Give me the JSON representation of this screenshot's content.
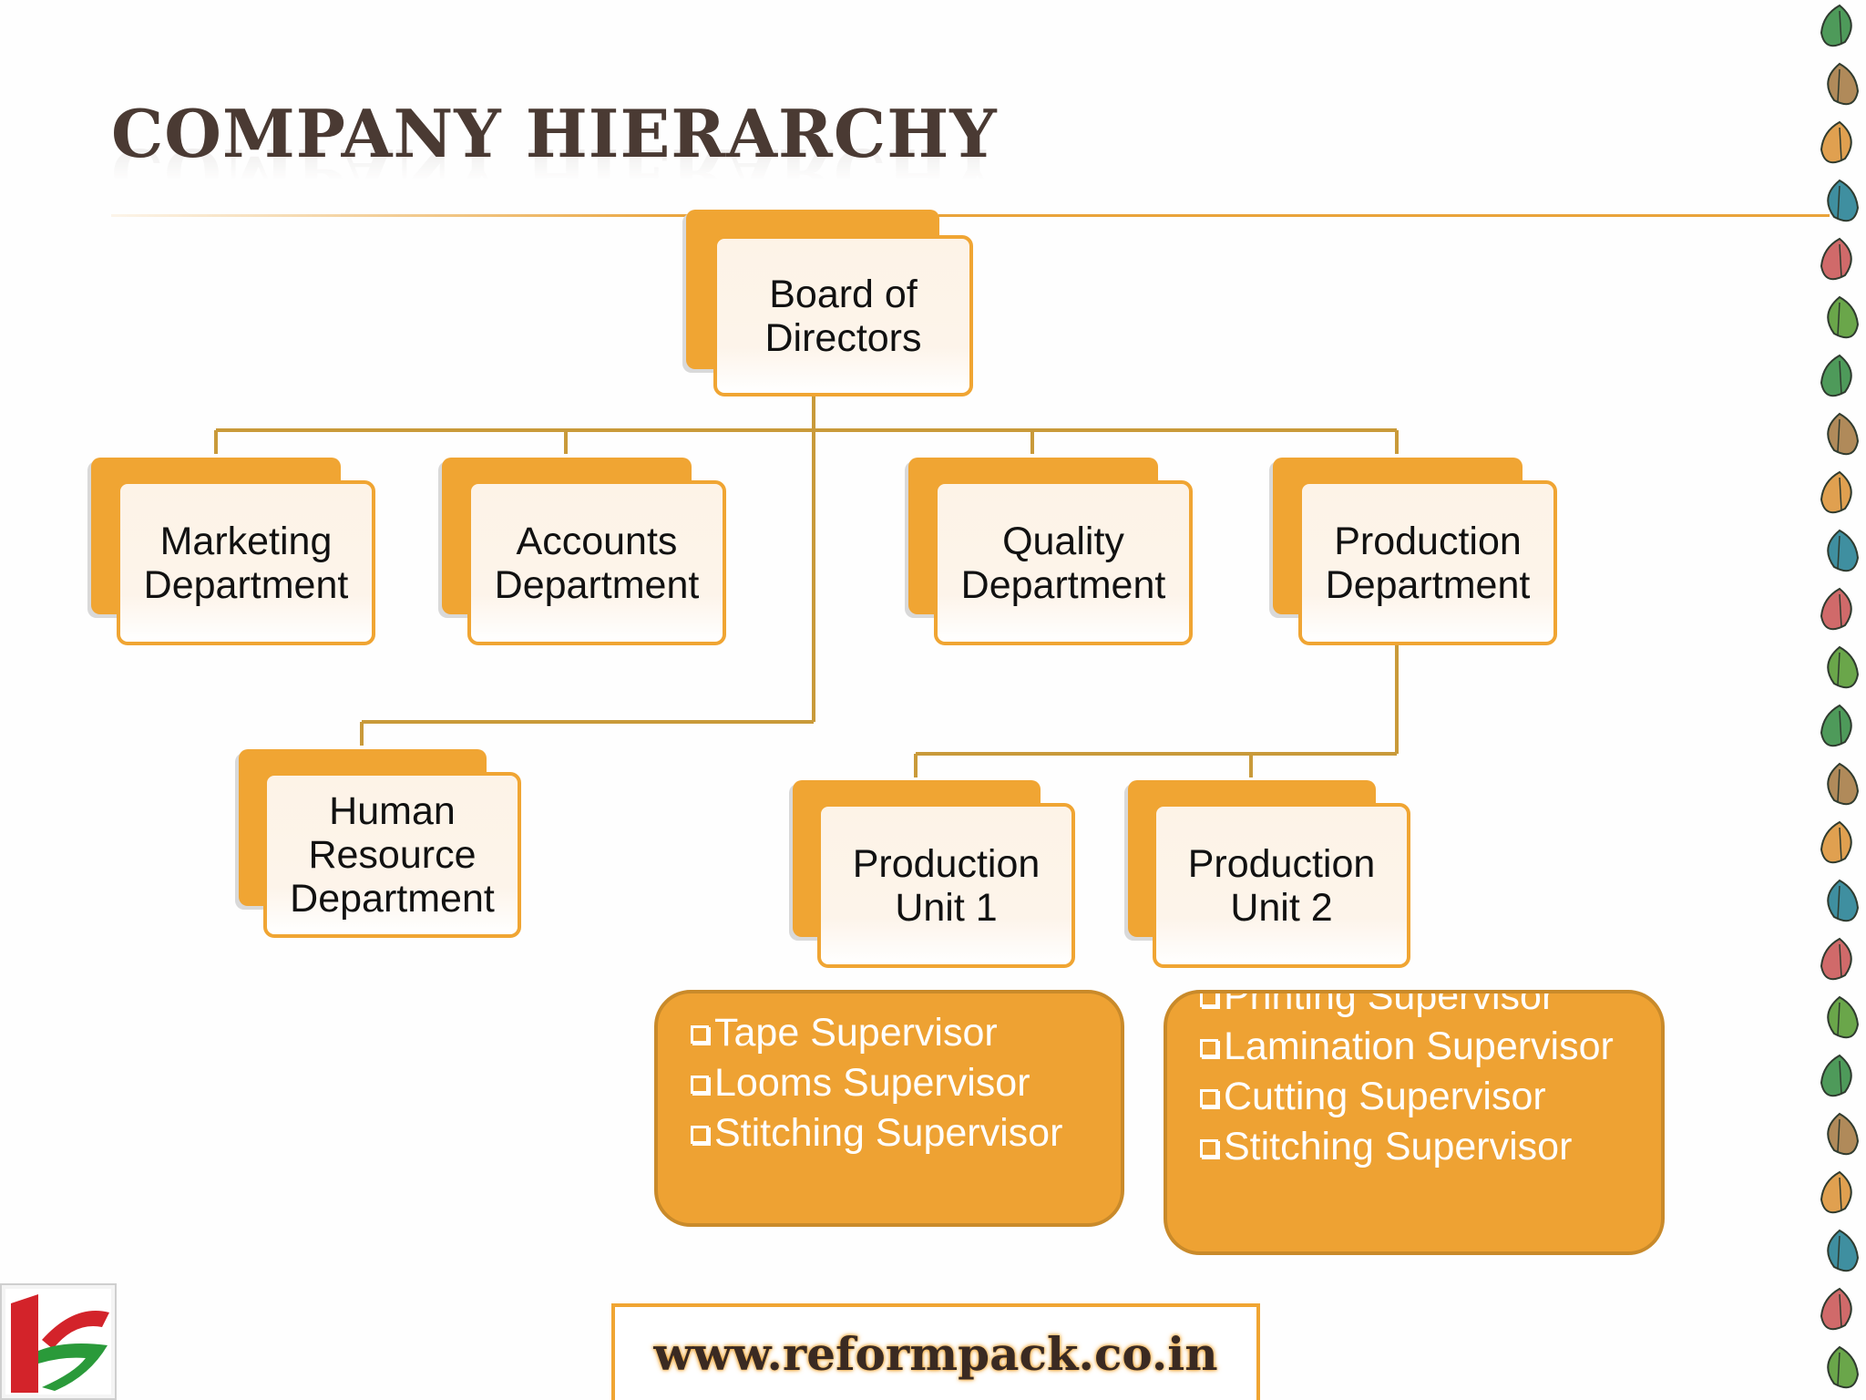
{
  "title": "COMPANY HIERARCHY",
  "org_chart": {
    "board": "Board of\nDirectors",
    "departments": [
      "Marketing\nDepartment",
      "Accounts\nDepartment",
      "Quality\nDepartment",
      "Production\nDepartment"
    ],
    "hr": "Human\nResource\nDepartment",
    "units": [
      "Production\nUnit  1",
      "Production\nUnit 2"
    ],
    "unit_1_supervisors": [
      "Tape Supervisor",
      "Looms Supervisor",
      "Stitching Supervisor"
    ],
    "unit_2_supervisors": [
      "Printing  Supervisor",
      "Lamination Supervisor",
      "Cutting Supervisor",
      "Stitching Supervisor"
    ]
  },
  "footer": {
    "website": "www.reformpack.co.in"
  },
  "colors": {
    "accent_orange": "#f0a533",
    "box_fill": "#fdf3e7",
    "connector": "#c99a3a",
    "title_brown": "#4a3a33"
  }
}
